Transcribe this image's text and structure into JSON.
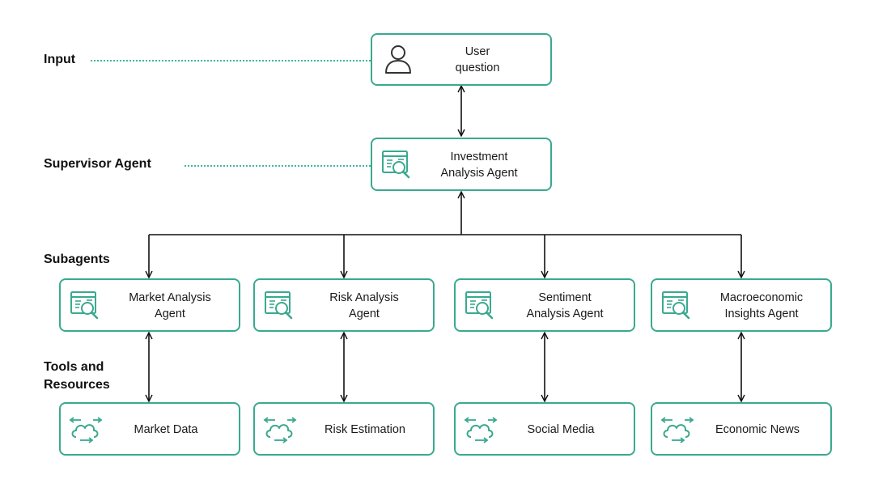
{
  "levels": {
    "input": "Input",
    "supervisor": "Supervisor Agent",
    "subagents": "Subagents",
    "tools_line1": "Tools and",
    "tools_line2": "Resources"
  },
  "input_node": {
    "line1": "User",
    "line2": "question",
    "icon": "user-icon"
  },
  "supervisor_node": {
    "line1": "Investment",
    "line2": "Analysis Agent",
    "icon": "search-document-icon"
  },
  "subagents": [
    {
      "line1": "Market Analysis",
      "line2": "Agent",
      "icon": "search-document-icon"
    },
    {
      "line1": "Risk Analysis",
      "line2": "Agent",
      "icon": "search-document-icon"
    },
    {
      "line1": "Sentiment",
      "line2": "Analysis Agent",
      "icon": "search-document-icon"
    },
    {
      "line1": "Macroeconomic",
      "line2": "Insights Agent",
      "icon": "search-document-icon"
    }
  ],
  "tools": [
    {
      "label": "Market Data",
      "icon": "cloud-exchange-icon"
    },
    {
      "label": "Risk Estimation",
      "icon": "cloud-exchange-icon"
    },
    {
      "label": "Social Media",
      "icon": "cloud-exchange-icon"
    },
    {
      "label": "Economic News",
      "icon": "cloud-exchange-icon"
    }
  ],
  "colors": {
    "accent": "#3aa98f",
    "line": "#111111",
    "dotted": "#3fb6a0"
  }
}
